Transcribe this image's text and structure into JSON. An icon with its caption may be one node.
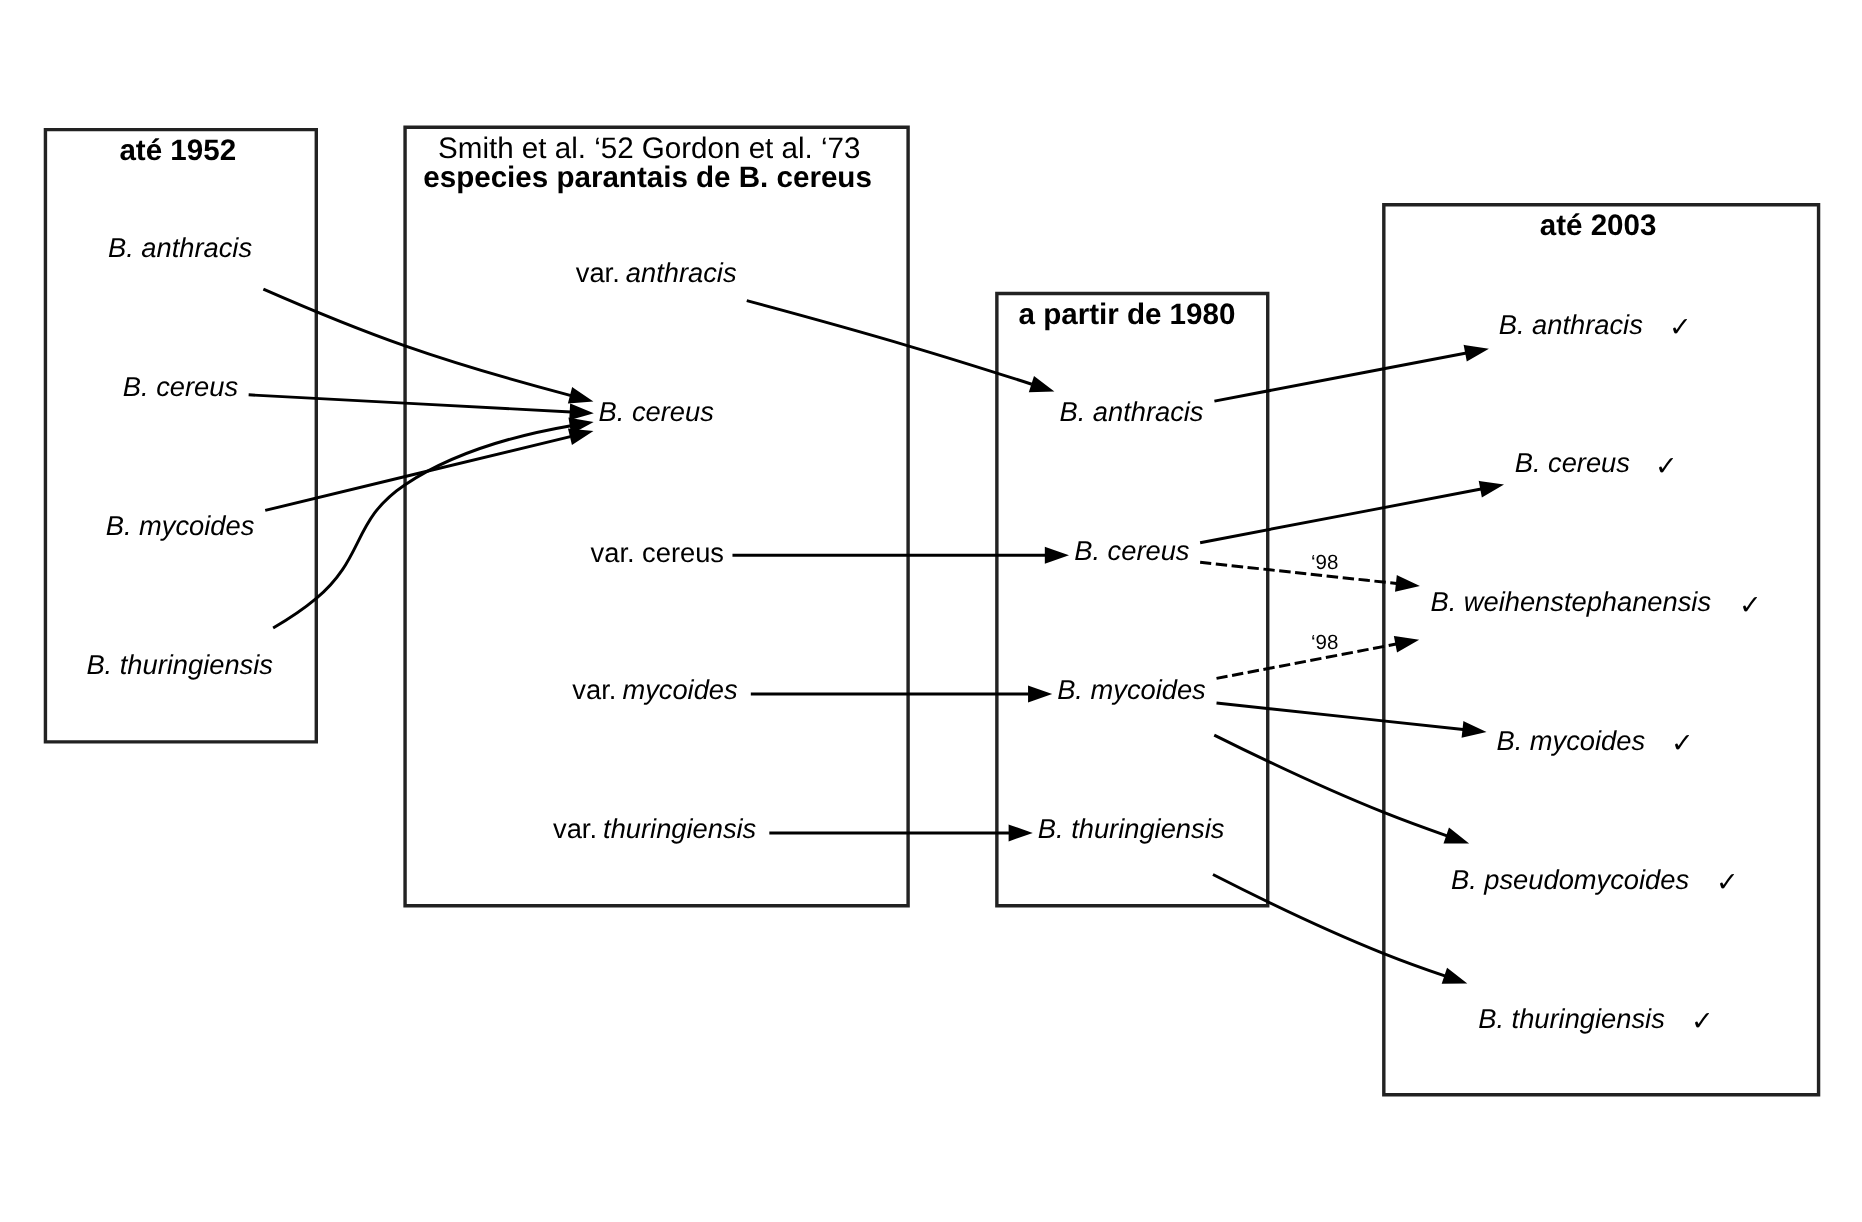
{
  "diagram": {
    "nodes": [
      {
        "text": [
          "até 1952"
        ]
      },
      {
        "text": [
          "*B. anthracis*"
        ],
        "in": 0
      },
      {
        "text": [
          "*B. cereus*"
        ],
        "in": 0
      },
      {
        "text": [
          "*B. mycoides*"
        ],
        "in": 0
      },
      {
        "text": [
          "*B. thuringiensis*"
        ],
        "in": 0
      },
      {
        "text": [
          "Smith et al. ‘52 Gordon et al. ‘73",
          "especies parantais de B. cereus"
        ]
      },
      {
        "text": [
          "var. *anthracis*"
        ],
        "in": 5
      },
      {
        "text": [
          "*B. cereus*"
        ],
        "in": 5
      },
      {
        "text": [
          "var. cereus"
        ],
        "in": 5
      },
      {
        "text": [
          "var. *mycoides*"
        ],
        "in": 5
      },
      {
        "text": [
          "var. *thuringiensis*"
        ],
        "in": 5
      },
      {
        "text": [
          "a partir de 1980"
        ]
      },
      {
        "text": [
          "*B. anthracis*"
        ],
        "in": 11
      },
      {
        "text": [
          "*B. cereus*"
        ],
        "in": 11
      },
      {
        "text": [
          "*B. mycoides*"
        ],
        "in": 11
      },
      {
        "text": [
          "*B. thuringiensis*"
        ],
        "in": 11
      },
      {
        "text": [
          "até 2003"
        ]
      },
      {
        "text": [
          "*B. anthracis*"
        ],
        "in": 16,
        "beside": [
          "✓"
        ]
      },
      {
        "text": [
          "*B. cereus*"
        ],
        "in": 16,
        "beside": [
          "✓"
        ]
      },
      {
        "text": [
          "*B. weihenstephanensis*"
        ],
        "in": 16,
        "beside": [
          "✓"
        ]
      },
      {
        "text": [
          "*B. mycoides*"
        ],
        "in": 16,
        "beside": [
          "✓"
        ]
      },
      {
        "text": [
          "*B. pseudomycoides*"
        ],
        "in": 16,
        "beside": [
          "✓"
        ]
      },
      {
        "text": [
          "*B. thuringiensis*"
        ],
        "in": 16,
        "beside": [
          "✓"
        ]
      }
    ],
    "edges": [
      {
        "from": 1,
        "to": 7,
        "arrow": "to"
      },
      {
        "from": 2,
        "to": 7,
        "arrow": "to"
      },
      {
        "from": 3,
        "to": 7,
        "arrow": "to"
      },
      {
        "from": 4,
        "to": 7,
        "arrow": "to"
      },
      {
        "from": 6,
        "to": 12,
        "arrow": "to"
      },
      {
        "from": 8,
        "to": 13,
        "arrow": "to"
      },
      {
        "from": 9,
        "to": 14,
        "arrow": "to"
      },
      {
        "from": 10,
        "to": 15,
        "arrow": "to"
      },
      {
        "from": 12,
        "to": 17,
        "arrow": "to"
      },
      {
        "from": 13,
        "to": 18,
        "arrow": "to"
      },
      {
        "from": 13,
        "to": 19,
        "arrow": "to",
        "style": "dashed",
        "label": "‘98"
      },
      {
        "from": 14,
        "to": 19,
        "arrow": "to",
        "style": "dashed",
        "label": "‘98"
      },
      {
        "from": 14,
        "to": 20,
        "arrow": "to"
      },
      {
        "from": 14,
        "to": 21,
        "arrow": "to"
      },
      {
        "from": 15,
        "to": 22,
        "arrow": "to"
      }
    ]
  }
}
